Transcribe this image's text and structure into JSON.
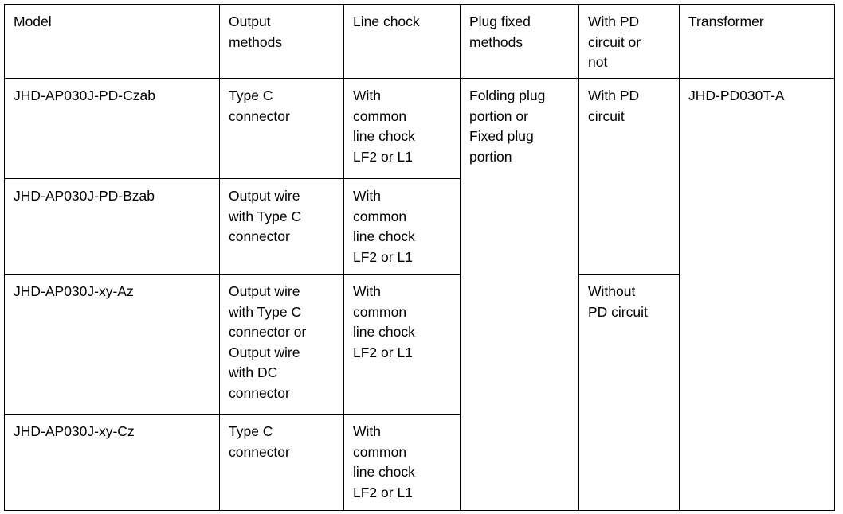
{
  "document": {
    "type": "specification-table",
    "background_color": "#ffffff",
    "text_color": "#000000",
    "border_color": "#000000"
  },
  "table": {
    "columns": [
      {
        "key": "model",
        "label": "Model"
      },
      {
        "key": "output",
        "label": "Output\nmethods"
      },
      {
        "key": "chock",
        "label": "Line chock"
      },
      {
        "key": "plug",
        "label": "Plug fixed\nmethods"
      },
      {
        "key": "pd",
        "label": "With PD\ncircuit or\nnot"
      },
      {
        "key": "transformer",
        "label": "Transformer"
      }
    ],
    "rows": [
      {
        "model": "JHD-AP030J-PD-Czab",
        "output": "Type C\nconnector",
        "chock": "With\ncommon\nline chock\nLF2 or L1",
        "plug": "Folding plug\nportion or\nFixed plug\nportion",
        "pd": "With PD\ncircuit",
        "transformer": "JHD-PD030T-A"
      },
      {
        "model": "JHD-AP030J-PD-Bzab",
        "output": "Output wire\nwith Type C\nconnector",
        "chock": "With\ncommon\nline chock\nLF2 or L1",
        "plug": "",
        "pd": "",
        "transformer": ""
      },
      {
        "model": "JHD-AP030J-xy-Az",
        "output": "Output wire\nwith Type C\nconnector or\nOutput wire\nwith DC\nconnector",
        "chock": "With\ncommon\nline chock\nLF2 or L1",
        "plug": "",
        "pd": "Without\nPD circuit",
        "transformer": ""
      },
      {
        "model": "JHD-AP030J-xy-Cz",
        "output": "Type C\nconnector",
        "chock": "With\ncommon\nline chock\nLF2 or L1",
        "plug": "",
        "pd": "",
        "transformer": ""
      }
    ],
    "merges": {
      "plug_rowspan": 4,
      "pd_with_rowspan": 2,
      "pd_without_rowspan": 2,
      "transformer_rowspan": 4
    }
  }
}
